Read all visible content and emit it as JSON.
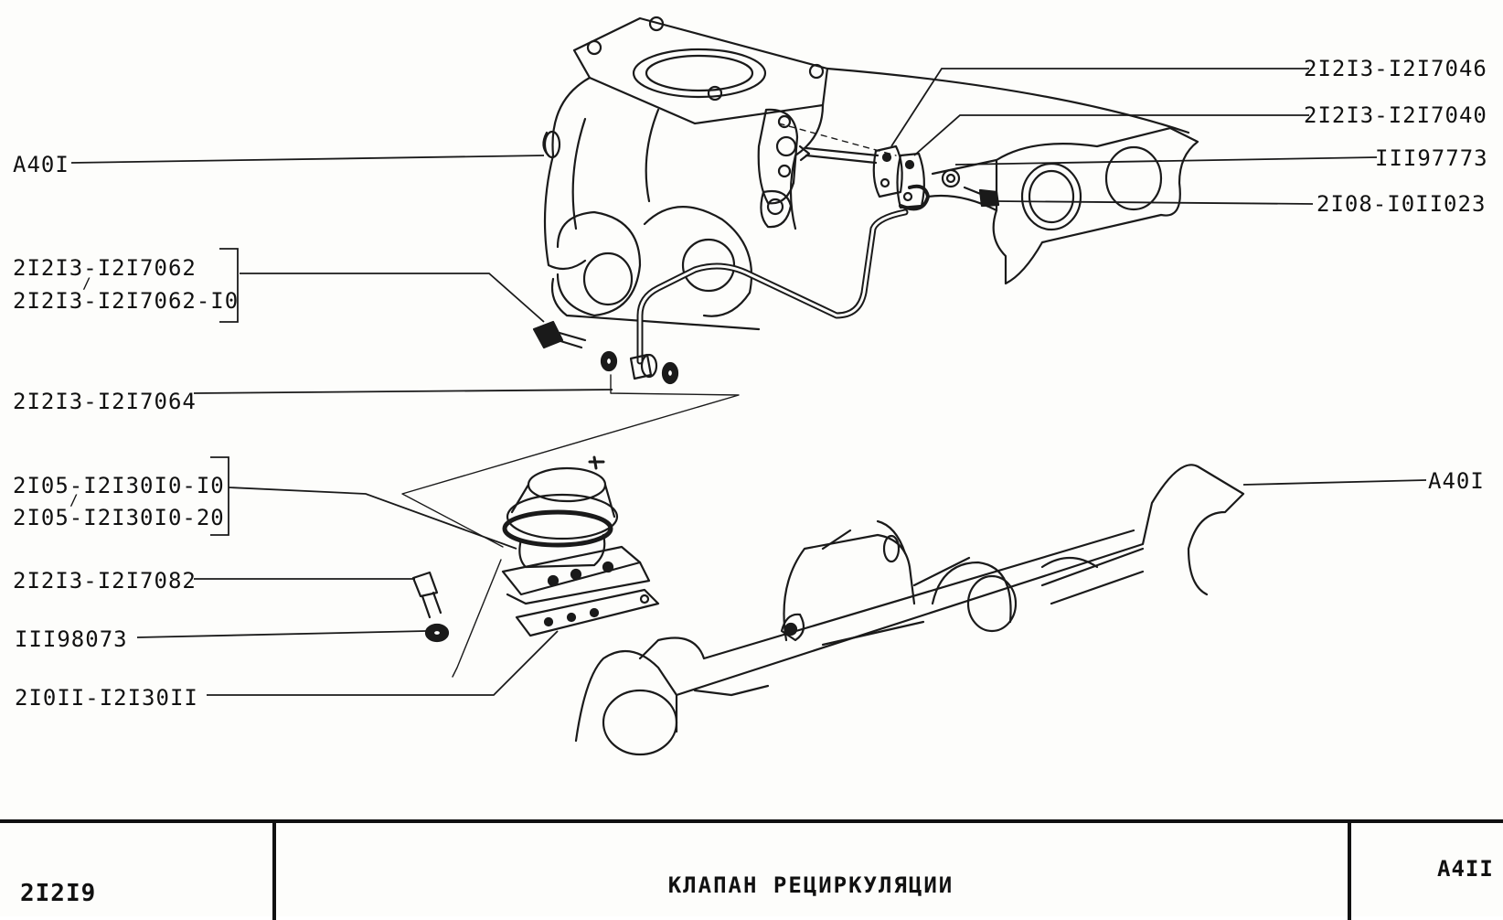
{
  "callouts": {
    "left": {
      "a401": "A40I",
      "tube_bolt_1": "2I2I3-I2I7062",
      "tube_bolt_2": "2I2I3-I2I7062-I0",
      "or_mark_1": "/",
      "washer_seal": "2I2I3-I2I7064",
      "valve_1": "2I05-I2I30I0-I0",
      "valve_2": "2I05-I2I30I0-20",
      "or_mark_2": "/",
      "valve_bolt": "2I2I3-I2I7082",
      "valve_washer": "III98073",
      "gasket": "2I0II-I2I30II"
    },
    "right": {
      "bracket_1": "2I2I3-I2I7046",
      "bracket_2": "2I2I3-I2I7040",
      "nut": "III97773",
      "stud": "2I08-I0II023",
      "a401": "A40I"
    }
  },
  "title_block": {
    "model": "2I2I9",
    "title": "КЛАПАН РЕЦИРКУЛЯЦИИ",
    "sheet": "A4II"
  }
}
